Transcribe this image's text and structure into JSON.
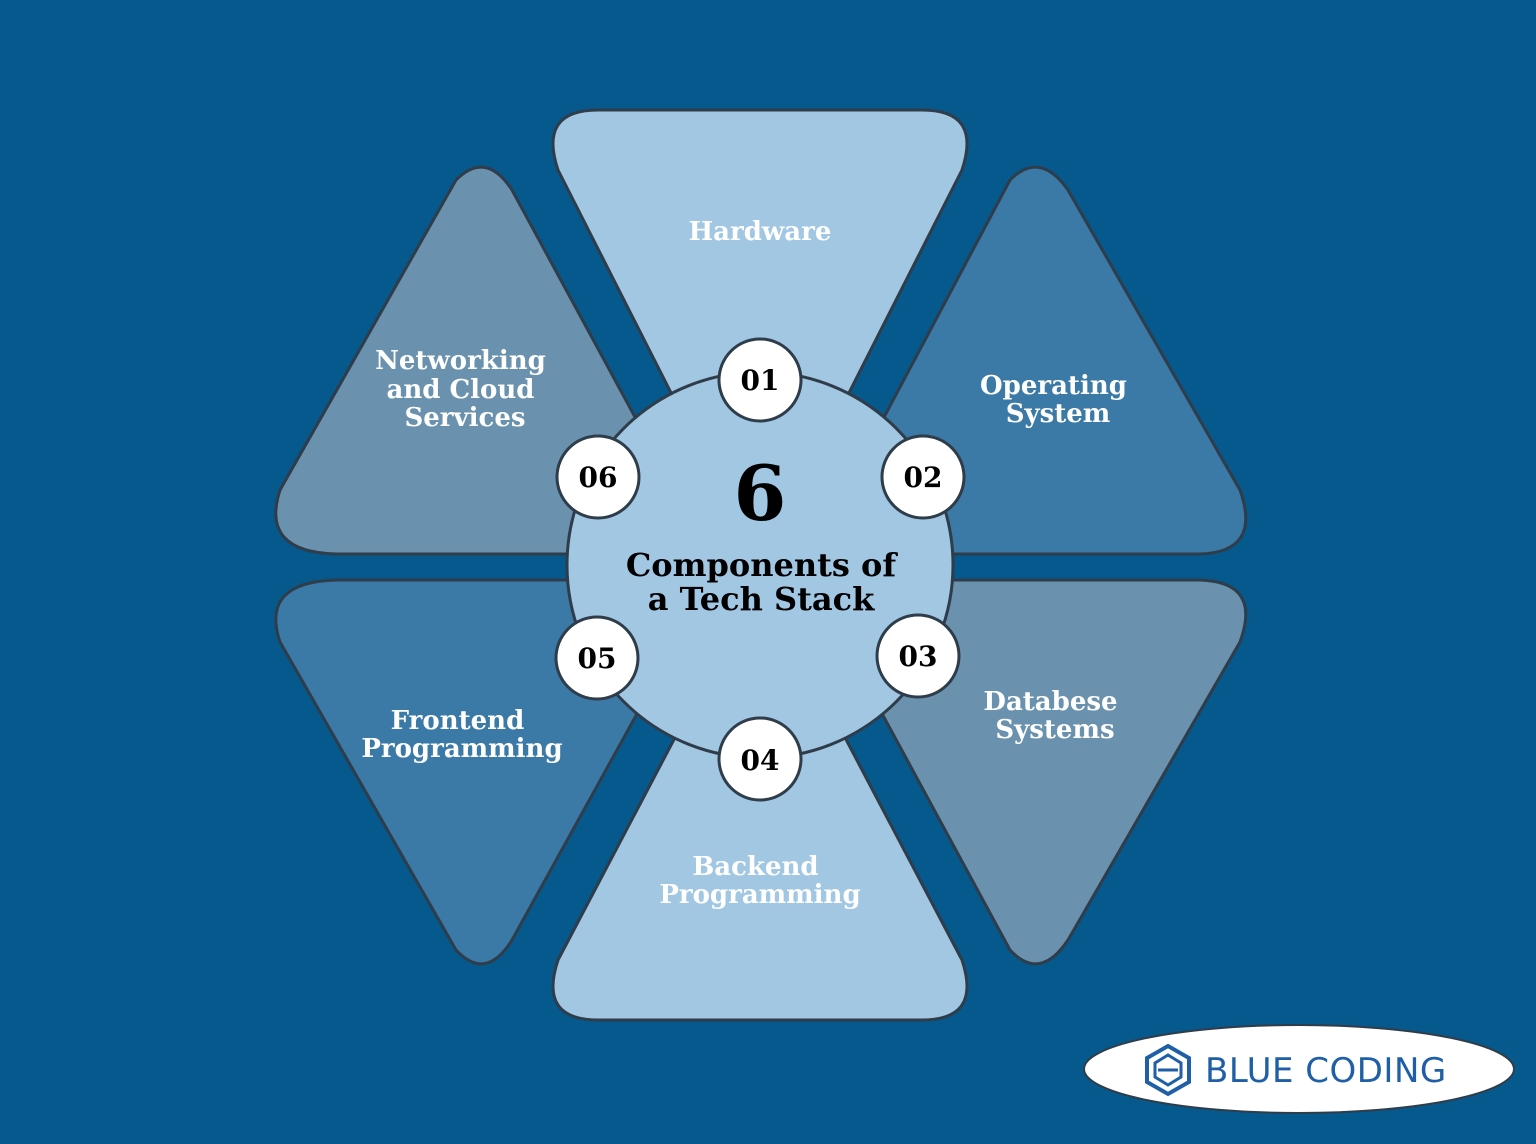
{
  "center": {
    "number": "6",
    "title_line1": "Components of",
    "title_line2": "a Tech Stack"
  },
  "components": [
    {
      "number": "01",
      "lines": [
        "Hardware"
      ],
      "color": "#a2c7e3"
    },
    {
      "number": "02",
      "lines": [
        "Operating",
        "System"
      ],
      "color": "#3b79a6"
    },
    {
      "number": "03",
      "lines": [
        "Databese",
        "Systems"
      ],
      "color": "#6a92ae"
    },
    {
      "number": "04",
      "lines": [
        "Backend",
        "Programming"
      ],
      "color": "#a2c7e3"
    },
    {
      "number": "05",
      "lines": [
        "Frontend",
        "Programming"
      ],
      "color": "#3b79a6"
    },
    {
      "number": "06",
      "lines": [
        "Networking",
        "and Cloud",
        "Services"
      ],
      "color": "#6a92ae"
    }
  ],
  "logo": {
    "text": "BLUE CODING",
    "icon": "hexagon-e-icon"
  },
  "colors": {
    "background": "#05598d",
    "center_circle": "#a2c7e3",
    "outline": "#2f3d4a",
    "logo_text": "#1e5fa7"
  }
}
